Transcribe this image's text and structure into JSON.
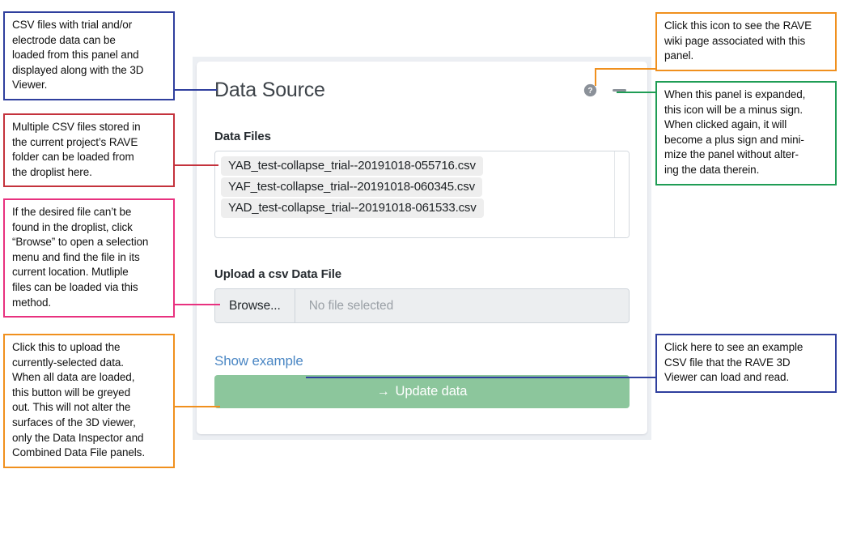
{
  "panel": {
    "title": "Data Source",
    "help_icon": "question-circle-icon",
    "minimize_icon": "minus-icon",
    "data_files_label": "Data Files",
    "files": [
      "YAB_test-collapse_trial--20191018-055716.csv",
      "YAF_test-collapse_trial--20191018-060345.csv",
      "YAD_test-collapse_trial--20191018-061533.csv"
    ],
    "upload_label": "Upload a csv Data File",
    "browse_label": "Browse...",
    "file_placeholder": "No file selected",
    "show_example_label": "Show example",
    "update_button_label": "Update data",
    "update_button_arrow": "→"
  },
  "callouts": [
    {
      "id": "csv-files-intro",
      "color": "#2f3f9e",
      "text": "CSV files with trial and/or\nelectrode data can be\nloaded from this panel and\ndisplayed along with the 3D\nViewer."
    },
    {
      "id": "multiple-csv-droplist",
      "color": "#c4323c",
      "text": "Multiple CSV files stored in\nthe current project’s RAVE\nfolder can be loaded from\nthe droplist here."
    },
    {
      "id": "browse-selection",
      "color": "#e8317f",
      "text": "If the desired file can’t be\nfound in the droplist, click\n“Browse” to open a selection\nmenu and find the file in its\ncurrent location. Mutliple\nfiles can be loaded via this\nmethod."
    },
    {
      "id": "update-data-upload",
      "color": "#f0901e",
      "text": "Click this to upload the\ncurrently-selected data.\nWhen all data are loaded,\nthis button will be greyed\nout. This will not alter the\nsurfaces of the 3D viewer,\nonly the Data Inspector and\nCombined Data File panels."
    },
    {
      "id": "wiki-help-icon",
      "color": "#f0901e",
      "text": "Click this icon to see the RAVE\nwiki page associated with this\npanel."
    },
    {
      "id": "minimize-panel-icon",
      "color": "#1f9d55",
      "text": "When this panel is expanded,\nthis icon will be a minus sign.\nWhen clicked again, it will\nbecome a plus sign and mini-\nmize the panel without alter-\ning the data therein."
    },
    {
      "id": "show-example-csv",
      "color": "#2f3f9e",
      "text": "Click here to see an example\nCSV file that the RAVE 3D\nViewer can load and read."
    }
  ],
  "theme": {
    "panel_background": "#eceff3",
    "card_background": "#ffffff",
    "accent_green": "#8cc69c",
    "link_blue": "#4b87c4",
    "chip_gray": "#eeeeee"
  }
}
